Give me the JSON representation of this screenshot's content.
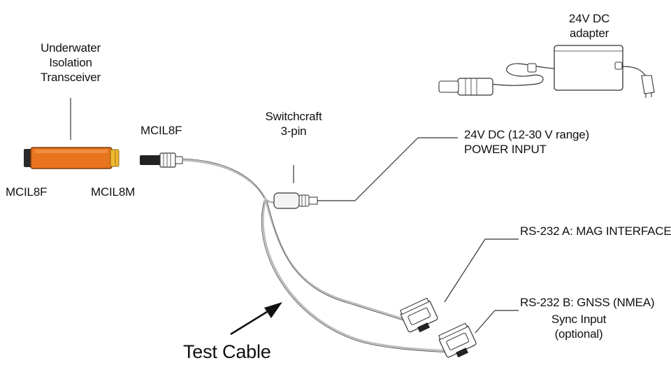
{
  "labels": {
    "transceiver": [
      "Underwater",
      "Isolation",
      "Transceiver"
    ],
    "transceiver_left_end": "MCIL8F",
    "transceiver_right_end": "MCIL8M",
    "cable_connector": "MCIL8F",
    "switchcraft": [
      "Switchcraft",
      "3-pin"
    ],
    "adapter": [
      "24V DC",
      "adapter"
    ],
    "power_input": [
      "24V DC (12-30 V range)",
      "POWER INPUT"
    ],
    "rs232_a": "RS-232 A: MAG INTERFACE",
    "rs232_b": "RS-232 B: GNSS (NMEA)",
    "rs232_b_sub": [
      "Sync Input",
      "(optional)"
    ],
    "test_cable": "Test Cable"
  },
  "colors": {
    "transceiver_body": "#e8741e",
    "transceiver_cap_left": "#2a2a2a",
    "transceiver_cap_right": "#f0b830",
    "line": "#333333",
    "cable": "#bdbdbd"
  }
}
